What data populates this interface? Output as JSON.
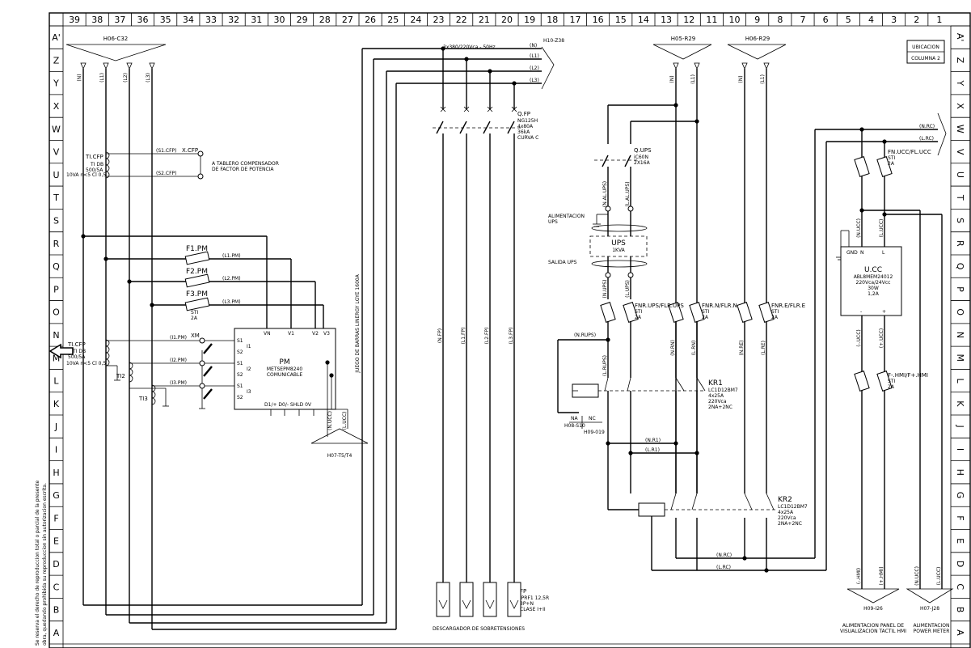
{
  "columns": [
    "39",
    "38",
    "37",
    "36",
    "35",
    "34",
    "33",
    "32",
    "31",
    "30",
    "29",
    "28",
    "27",
    "26",
    "25",
    "24",
    "23",
    "22",
    "21",
    "20",
    "19",
    "18",
    "17",
    "16",
    "15",
    "14",
    "13",
    "12",
    "11",
    "10",
    "9",
    "8",
    "7",
    "6",
    "5",
    "4",
    "3",
    "2",
    "1"
  ],
  "rows": [
    "A'",
    "Z",
    "Y",
    "X",
    "W",
    "V",
    "U",
    "T",
    "S",
    "R",
    "Q",
    "P",
    "O",
    "N",
    "M",
    "L",
    "K",
    "J",
    "I",
    "H",
    "G",
    "F",
    "E",
    "D",
    "C",
    "B",
    "A"
  ],
  "title_block": {
    "ubicacion": "UBICACION",
    "columna": "COLUMNA 2"
  },
  "refs": {
    "h06_c32": "H06-C32",
    "h10_z38": "H10-Z38",
    "h05_r29": "H05-R29",
    "h06_r29": "H06-R29",
    "h07_t5t4": "H07-T5/T4",
    "h08_s10": "H08-S10",
    "h09_019": "H09-019",
    "h09_i26": "H09-I26",
    "h07_j28": "H07-J28"
  },
  "supply": "3x380/220Vca - 50Hz",
  "wires": {
    "n": "(N)",
    "l1": "(L1)",
    "l2": "(L2)",
    "l3": "(L3)",
    "l1pm": "(L1.PM)",
    "l2pm": "(L2.PM)",
    "l3pm": "(L3.PM)",
    "i1pm": "(I1.PM)",
    "i2pm": "(I2.PM)",
    "i3pm": "(I3.PM)",
    "s1cfp": "(S1.CFP)",
    "s2cfp": "(S2.CFP)",
    "nfp": "(N.FP)",
    "l1fp": "(L1.FP)",
    "l2fp": "(L2.FP)",
    "l3fp": "(L3.FP)",
    "nrc": "(N.RC)",
    "lrc": "(L.RC)",
    "nrn": "(N.RN)",
    "lrn": "(L.RN)",
    "nre": "(N.RE)",
    "lre": "(L.RE)",
    "nrups": "(N.RUPS)",
    "lrups": "(L.RUPS)",
    "nups": "(N.UPS)",
    "lups": "(L.UPS)",
    "nalups": "(N.AL.UPS)",
    "lalups": "(L.AL.UPS)",
    "nr1": "(N.R1)",
    "lr1": "(L.R1)",
    "nucc": "(N.UCC)",
    "lucc": "(L.UCC)",
    "mucc": "(-.UCC)",
    "pucc": "(+.UCC)",
    "mhmi": "(-.HMI)",
    "phmi": "(+.HMI)"
  },
  "devices": {
    "tlcfp": "TI.CFP",
    "ti_spec": "TI DB",
    "ti_ratio": "500/5A",
    "ti_va": "10VA n<5  Cl 0,5",
    "tlcfp2": "TI.CFP",
    "ti2": "TI2",
    "ti3": "TI3",
    "xcfp": "X.CFP",
    "cfp_note_1": "A TABLERO COMPENSADOR",
    "cfp_note_2": "DE FACTOR DE POTENCIA",
    "f1pm": "F1.PM",
    "f2pm": "F2.PM",
    "f3pm": "F3.PM",
    "sti": "STI",
    "sti_2a": "2A",
    "xm": "XM",
    "pm_title": "PM",
    "pm_model": "METSEPM8240",
    "pm_comm": "COMUNICABLE",
    "pm_v": [
      "VN",
      "V1",
      "V2",
      "V3"
    ],
    "pm_i": [
      "I1",
      "I2",
      "I3"
    ],
    "pm_bottom": "D1/+  D0/-  SHLD  0V",
    "s1": "S1",
    "s2": "S2",
    "barras": "JUEGO DE BARRAS LINERGY LGYE 1600A",
    "qfp": "Q.FP",
    "qfp_1": "NG125H",
    "qfp_2": "4x80A",
    "qfp_3": "36kA",
    "qfp_4": "CURVA C",
    "fp": "FP",
    "fp_1": "iPRF1 12,5R",
    "fp_2": "3P+N",
    "fp_3": "CLASE I+II",
    "descargador": "DESCARGADOR DE SOBRETENSIONES",
    "qups": "Q.UPS",
    "qups_1": "iC60N",
    "qups_2": "2X16A",
    "alim_ups_1": "ALIMENTACION",
    "alim_ups_2": "UPS",
    "ups": "UPS",
    "ups_kva": "1KVA",
    "salida_ups": "SALIDA UPS",
    "fnups": "FNR.UPS/FLR.UPS",
    "fnrn": "FNR.N/FLR.N",
    "fnre": "FNR.E/FLR.E",
    "kr1": "KR1",
    "kr2": "KR2",
    "kr_1": "LC1D12BM7",
    "kr_2": "4x25A",
    "kr_3": "220Vca",
    "kr_4": "2NA+2NC",
    "na": "NA",
    "nc": "NC",
    "fnucc": "FN.UCC/FL.UCC",
    "ucc": "U.CC",
    "ucc_1": "ABL8MEM24012",
    "ucc_2": "220Vca/24Vcc",
    "ucc_3": "30W",
    "ucc_4": "1,2A",
    "gnd": "GND",
    "n": "N",
    "l": "L",
    "minus": "-",
    "plus": "+",
    "fhmi": "F-.HMI/F+.HMI",
    "alim_hmi_1": "ALIMENTACION PANEL DE",
    "alim_hmi_2": "VISUALIZACION TACTIL HMI",
    "alim_pm_1": "ALIMENTACION",
    "alim_pm_2": "POWER METER"
  },
  "side_note": [
    "Se reserva el derecho de reproduccion total o parcial de la presente",
    "obra, quedando prohibida su reproduccion sin autorizacion escrita."
  ]
}
